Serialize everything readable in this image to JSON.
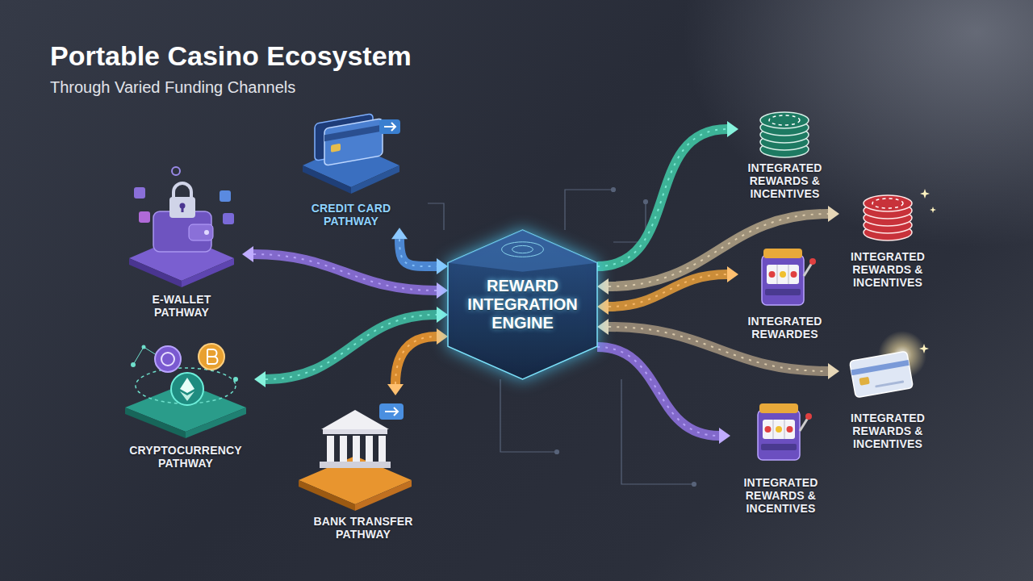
{
  "diagram": {
    "title": "Portable Casino Ecosystem",
    "caption": "Through Varied Funding Channels",
    "nodes": [
      {
        "text": [
          "CREDIT CARD PATHWAY"
        ]
      },
      {
        "text": [
          "E-WALLET PATHWAY"
        ]
      },
      {
        "text": [
          "REWARD INTEGRATION ENGINE"
        ]
      },
      {
        "text": [
          "CRYPTOCURRENCY PATHWAY"
        ]
      },
      {
        "text": [
          "BANK TRANSFER PATHWAY"
        ]
      },
      {
        "text": [
          "INTEGRATED REWARDS & INCENTIVES"
        ]
      },
      {
        "text": [
          "INTEGRATED REWARDS & INCENTIVES"
        ]
      },
      {
        "text": [
          "INTEGRATED REWARDES"
        ]
      },
      {
        "text": [
          "INTEGRATED REWARDS & INCENTIVES"
        ]
      },
      {
        "text": [
          "INTEGRATED REWARDS & INCENTIVES"
        ]
      }
    ],
    "edges": [
      {
        "from": 0,
        "to": 2,
        "arrow": "both"
      },
      {
        "from": 1,
        "to": 2,
        "arrow": "both"
      },
      {
        "from": 3,
        "to": 2,
        "arrow": "both"
      },
      {
        "from": 4,
        "to": 2,
        "arrow": "both"
      },
      {
        "from": 2,
        "to": 5,
        "arrow": "to"
      },
      {
        "from": 2,
        "to": 6,
        "arrow": "both"
      },
      {
        "from": 2,
        "to": 7,
        "arrow": "both"
      },
      {
        "from": 2,
        "to": 8,
        "arrow": "both"
      },
      {
        "from": 2,
        "to": 9,
        "arrow": "to"
      }
    ]
  }
}
